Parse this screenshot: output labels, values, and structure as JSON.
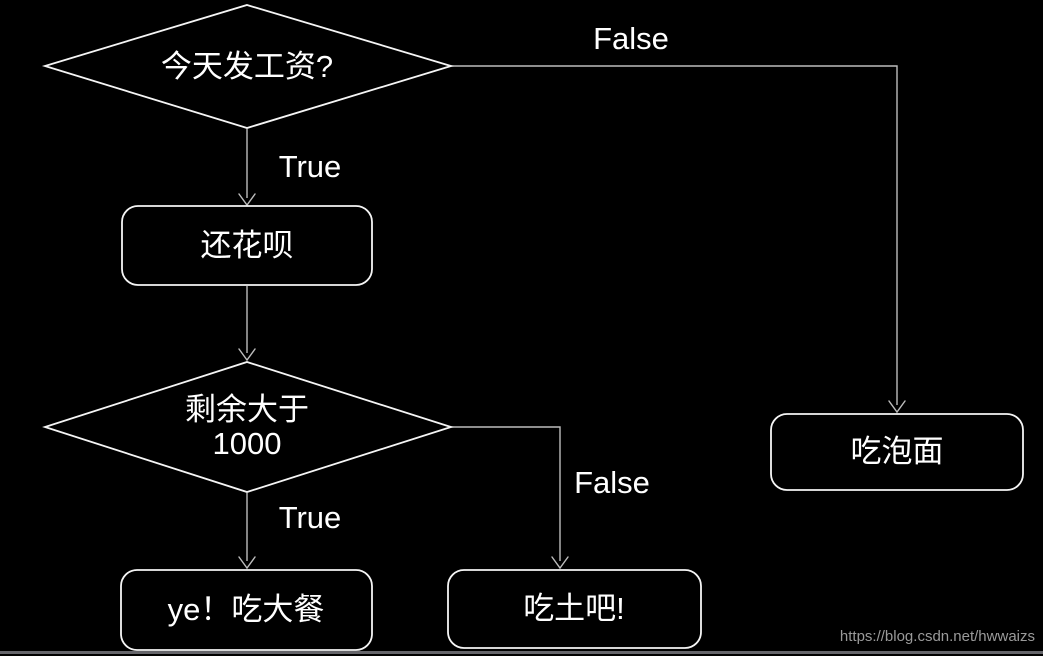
{
  "flowchart": {
    "nodes": [
      {
        "id": "decision-payday",
        "type": "decision",
        "label": "今天发工资?"
      },
      {
        "id": "process-repay-huabei",
        "type": "process",
        "label": "还花呗"
      },
      {
        "id": "decision-remaining",
        "type": "decision",
        "label": "剩余大于",
        "label2": "1000"
      },
      {
        "id": "result-feast",
        "type": "process",
        "label": "ye！吃大餐"
      },
      {
        "id": "result-eat-dirt",
        "type": "process",
        "label": "吃土吧!"
      },
      {
        "id": "result-instant-noodles",
        "type": "process",
        "label": "吃泡面"
      }
    ],
    "edge_labels": {
      "payday_true": "True",
      "payday_false": "False",
      "remaining_true": "True",
      "remaining_false": "False"
    },
    "colors": {
      "background": "#000000",
      "shape_stroke": "#f5f5f5",
      "connector": "#bdbdbd",
      "text": "#ffffff",
      "watermark": "#9a9a9a",
      "bottom_border": "#65656a"
    },
    "watermark": "https://blog.csdn.net/hwwaizs"
  }
}
